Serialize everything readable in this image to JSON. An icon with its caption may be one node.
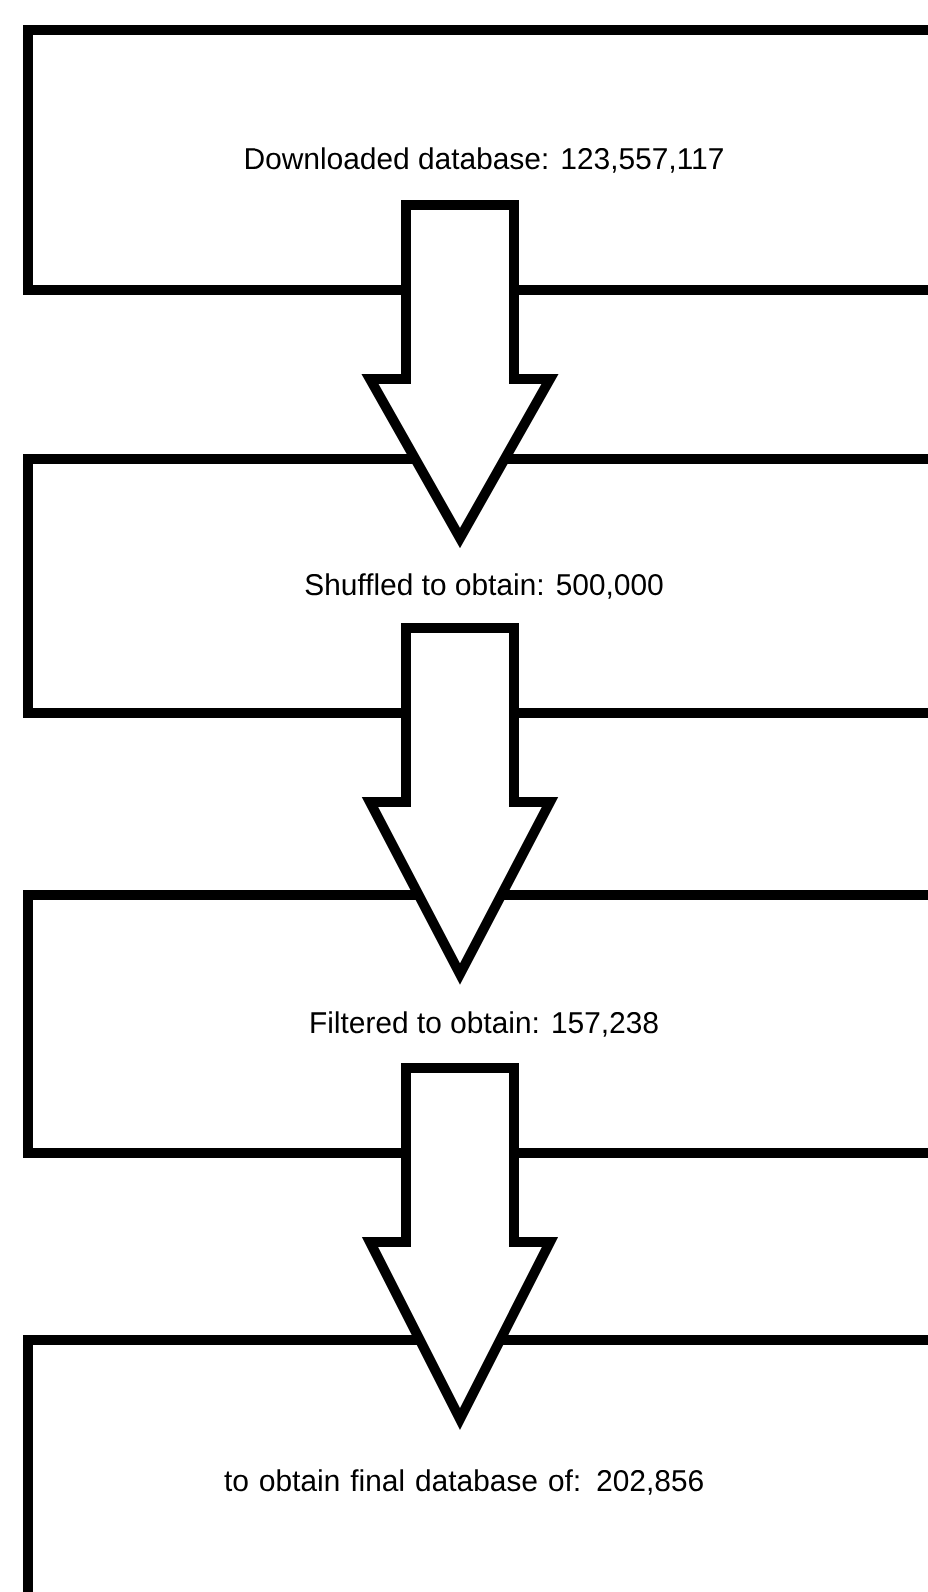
{
  "diagram": {
    "nodes": [
      {
        "text": [
          "Downloaded database: 123,557,117"
        ]
      },
      {
        "text": [
          "Shuffled to obtain: 500,000"
        ]
      },
      {
        "text": [
          "Filtered to obtain: 157,238"
        ]
      },
      {
        "text": [
          "to obtain final database of: 202,856"
        ]
      }
    ],
    "edges": [
      {
        "from": 0,
        "to": 1,
        "arrow": "to"
      },
      {
        "from": 1,
        "to": 2,
        "arrow": "to"
      },
      {
        "from": 2,
        "to": 3,
        "arrow": "to"
      }
    ]
  }
}
